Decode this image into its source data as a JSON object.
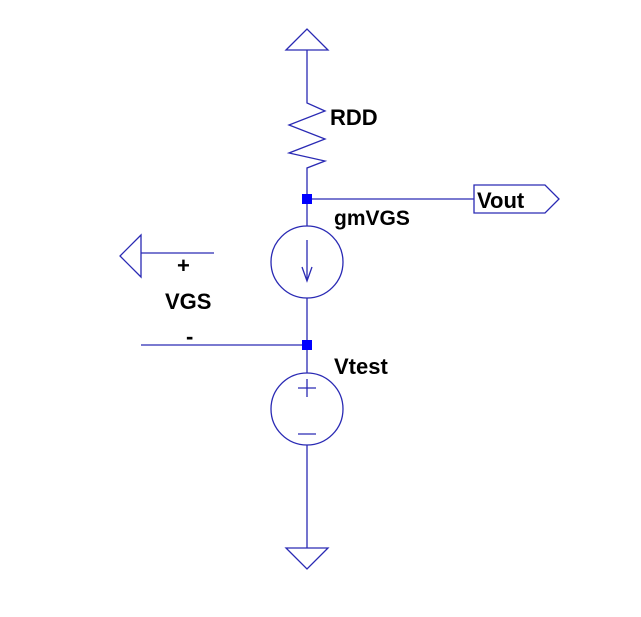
{
  "components": {
    "resistor": {
      "name": "RDD"
    },
    "current_source": {
      "name": "gmVGS"
    },
    "voltage_source": {
      "name": "Vtest"
    }
  },
  "port": {
    "name": "Vout"
  },
  "control_voltage": {
    "plus": "+",
    "name": "VGS",
    "minus": "-"
  },
  "colors": {
    "wire": "#2a2ab4",
    "junction": "#0000ff",
    "text": "#000000"
  }
}
